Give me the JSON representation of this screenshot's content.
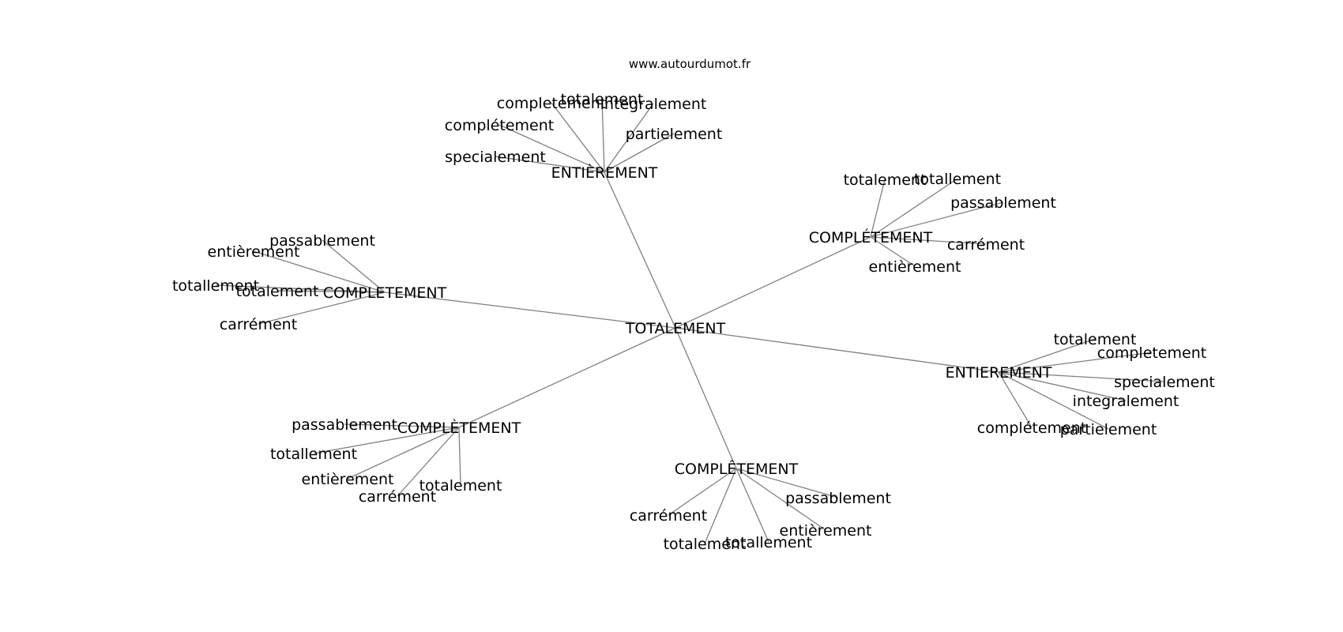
{
  "header": {
    "site": "www.autourdumot.fr"
  },
  "graph": {
    "root": "TOTALEMENT",
    "hubs": [
      {
        "id": "entierement_grave",
        "label": "ENTIÈREMENT",
        "leaves": [
          "totalement",
          "completement",
          "integralement",
          "complétement",
          "partielement",
          "specialement"
        ]
      },
      {
        "id": "completement_aigu",
        "label": "COMPLÉTEMENT",
        "leaves": [
          "totalement",
          "totallement",
          "passablement",
          "carrément",
          "entièrement"
        ]
      },
      {
        "id": "completement_plain",
        "label": "COMPLETEMENT",
        "leaves": [
          "passablement",
          "entièrement",
          "totallement",
          "totalement",
          "carrément"
        ]
      },
      {
        "id": "entierement_plain",
        "label": "ENTIEREMENT",
        "leaves": [
          "totalement",
          "completement",
          "specialement",
          "integralement",
          "complétement",
          "partielement"
        ]
      },
      {
        "id": "completement_grave",
        "label": "COMPLÈTEMENT",
        "leaves": [
          "passablement",
          "totallement",
          "entièrement",
          "carrément",
          "totalement"
        ]
      },
      {
        "id": "completement_circ",
        "label": "COMPLÊTEMENT",
        "leaves": [
          "passablement",
          "carrément",
          "entièrement",
          "totalement",
          "totallement"
        ]
      }
    ]
  }
}
